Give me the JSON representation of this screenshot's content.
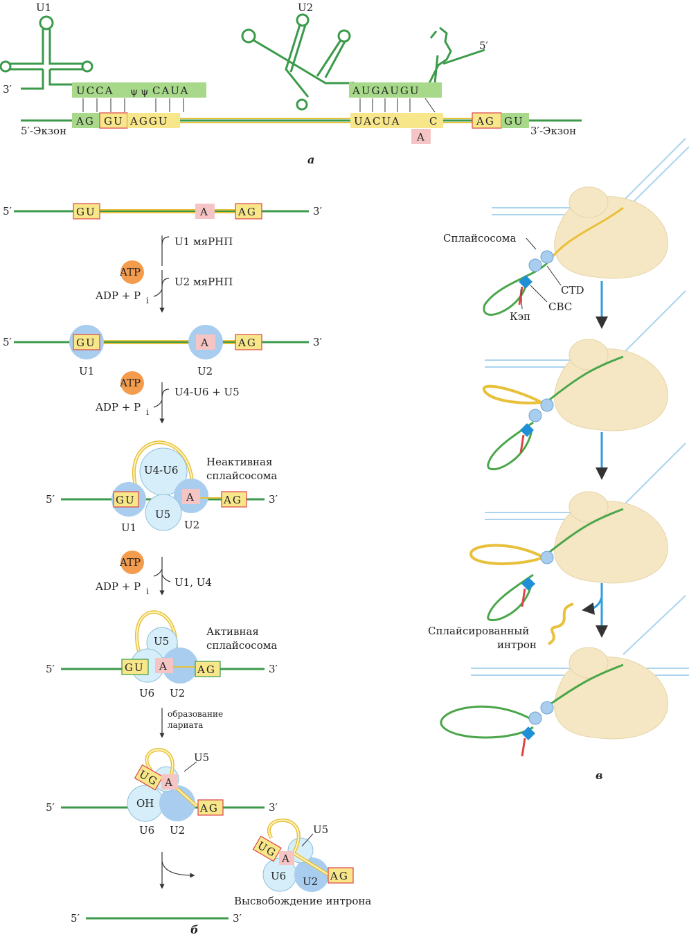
{
  "panel_a": {
    "u1": "U1",
    "u2": "U2",
    "prime3": "3′",
    "prime5_top": "5′",
    "u1_seq": "UCCA",
    "u1_seq2": "CAUA",
    "u2_seq": "AUGAUGU",
    "mrna_left_seq": "AG",
    "mrna_gu": "GU",
    "mrna_left_seq2": "AGGU",
    "mrna_branch": "UACUA",
    "mrna_c": "C",
    "mrna_a": "A",
    "mrna_ag": "AG",
    "mrna_gu2": "GU",
    "exon5": "5′-Экзон",
    "exon3": "3′-Экзон",
    "label": "а"
  },
  "panel_b": {
    "p5": "5′",
    "p3": "3′",
    "gu": "GU",
    "a": "A",
    "ag": "AG",
    "ug": "UG",
    "oh": "OH",
    "atp": "ATP",
    "adp": "ADP + P",
    "pi_sub": "i",
    "u1_snrnp": "U1 мяРНП",
    "u2_snrnp": "U2 мяРНП",
    "u4u6u5": "U4-U6 + U5",
    "u1": "U1",
    "u2": "U2",
    "u4u6": "U4-U6",
    "u5": "U5",
    "u6": "U6",
    "u1u4": "U1, U4",
    "inactive1": "Неактивная",
    "inactive2": "сплайсосома",
    "active1": "Активная",
    "active2": "сплайсосома",
    "lariat1": "образование",
    "lariat2": "лариата",
    "release": "Высвобождение интрона",
    "label": "б"
  },
  "panel_c": {
    "spliceosome": "Сплайсосома",
    "ctd": "CTD",
    "cbc": "CBC",
    "cap": "Кэп",
    "spliced1": "Сплайсированный",
    "spliced2": "интрон",
    "label": "в"
  }
}
